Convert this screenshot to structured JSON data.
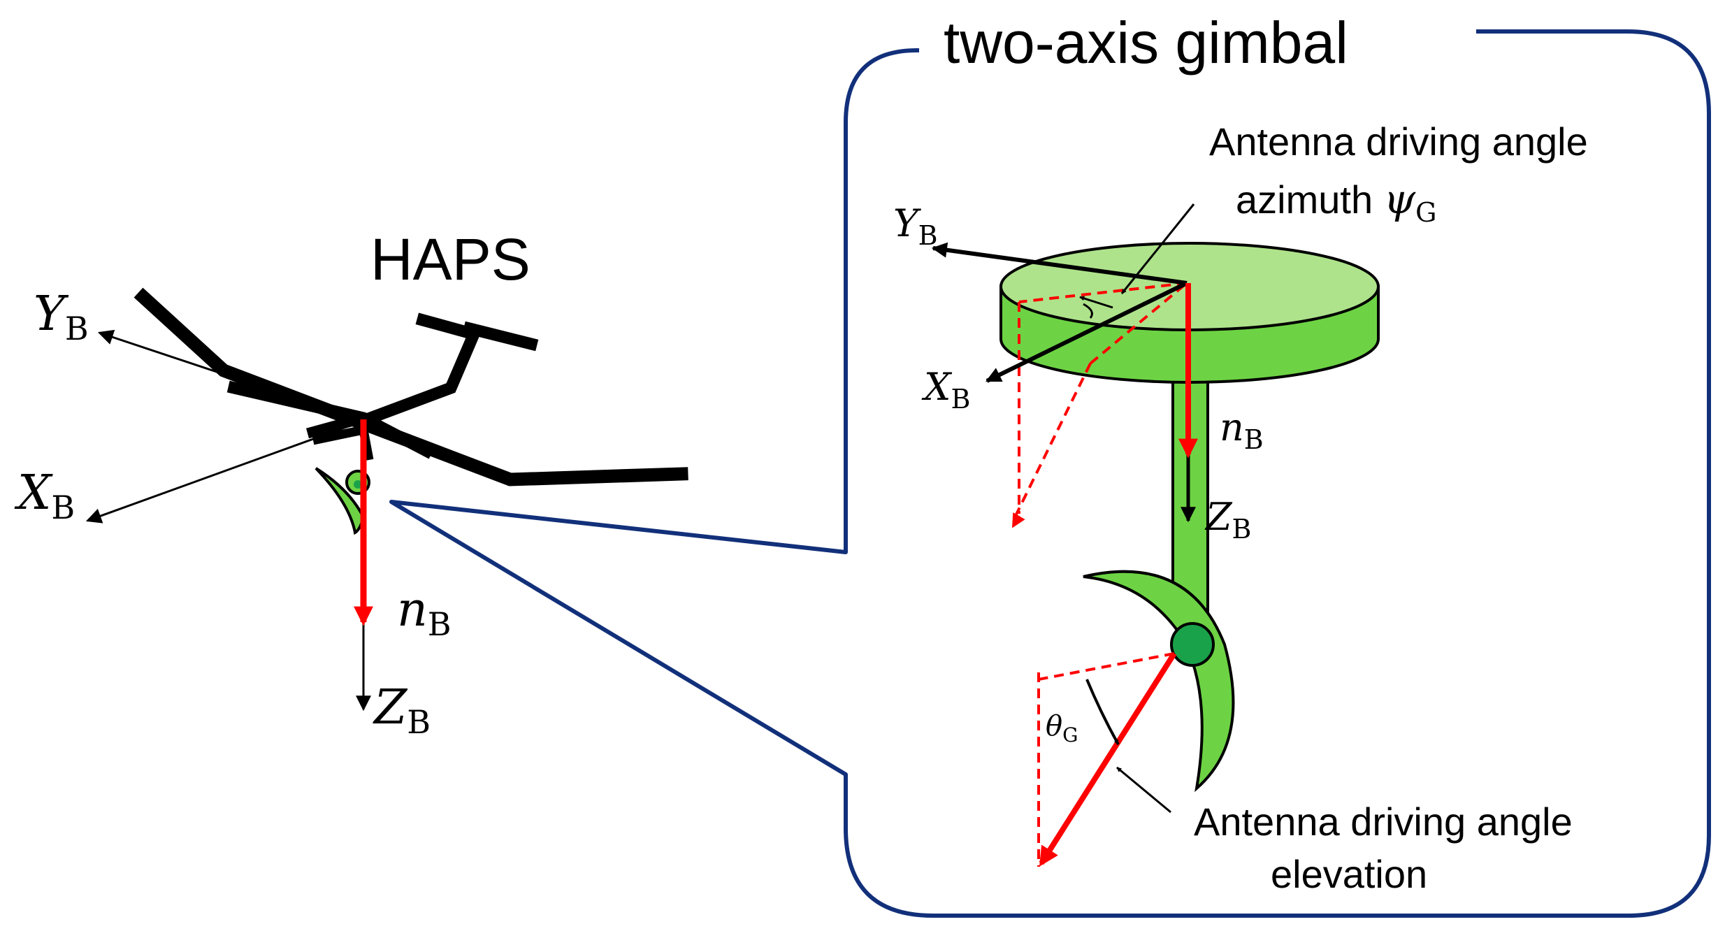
{
  "haps": {
    "title": "HAPS",
    "axis_y": {
      "main": "Y",
      "sub": "B"
    },
    "axis_x": {
      "main": "X",
      "sub": "B"
    },
    "axis_z": {
      "main": "Z",
      "sub": "B"
    },
    "normal": {
      "main": "n",
      "sub": "B"
    }
  },
  "gimbal": {
    "title": "two-axis gimbal",
    "axis_y": {
      "main": "Y",
      "sub": "B"
    },
    "axis_x": {
      "main": "X",
      "sub": "B"
    },
    "axis_z": {
      "main": "Z",
      "sub": "B"
    },
    "normal": {
      "main": "n",
      "sub": "B"
    },
    "azimuth_label": {
      "line1": "Antenna driving angle",
      "line2": "azimuth ",
      "symbol": "ψ",
      "sub": "G"
    },
    "elevation_label": {
      "line1": "Antenna driving angle",
      "line2": "elevation"
    },
    "theta": {
      "main": "θ",
      "sub": "G"
    }
  },
  "colors": {
    "frame": "#12307a",
    "gimbal_green": "#6dd344",
    "gimbal_green_light": "#aee38b",
    "joint_green": "#1aa24a",
    "vector_red": "#ff0000",
    "axis_black": "#000000"
  },
  "icons": {
    "aircraft": "haps-aircraft-silhouette",
    "gimbal": "two-axis-gimbal-drawing"
  }
}
